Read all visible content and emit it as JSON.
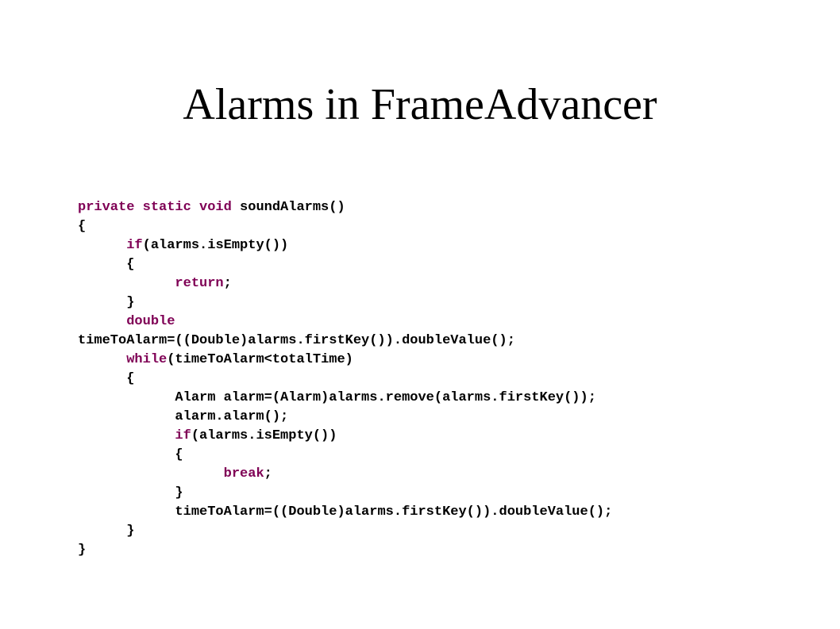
{
  "slide": {
    "title": "Alarms in FrameAdvancer"
  },
  "code": {
    "keyword_color": "#7f0055",
    "text_color": "#000000",
    "lines": [
      [
        {
          "t": "private static void",
          "kw": true
        },
        {
          "t": " soundAlarms()",
          "kw": false
        }
      ],
      [
        {
          "t": "{",
          "kw": false
        }
      ],
      [
        {
          "t": "      ",
          "kw": false
        },
        {
          "t": "if",
          "kw": true
        },
        {
          "t": "(alarms.isEmpty())",
          "kw": false
        }
      ],
      [
        {
          "t": "      {",
          "kw": false
        }
      ],
      [
        {
          "t": "            ",
          "kw": false
        },
        {
          "t": "return",
          "kw": true
        },
        {
          "t": ";",
          "kw": false
        }
      ],
      [
        {
          "t": "      }",
          "kw": false
        }
      ],
      [
        {
          "t": "      ",
          "kw": false
        },
        {
          "t": "double",
          "kw": true
        }
      ],
      [
        {
          "t": "timeToAlarm=((Double)alarms.firstKey()).doubleValue();",
          "kw": false
        }
      ],
      [
        {
          "t": "      ",
          "kw": false
        },
        {
          "t": "while",
          "kw": true
        },
        {
          "t": "(timeToAlarm<totalTime)",
          "kw": false
        }
      ],
      [
        {
          "t": "      {",
          "kw": false
        }
      ],
      [
        {
          "t": "            Alarm alarm=(Alarm)alarms.remove(alarms.firstKey());",
          "kw": false
        }
      ],
      [
        {
          "t": "            alarm.alarm();",
          "kw": false
        }
      ],
      [
        {
          "t": "            ",
          "kw": false
        },
        {
          "t": "if",
          "kw": true
        },
        {
          "t": "(alarms.isEmpty())",
          "kw": false
        }
      ],
      [
        {
          "t": "            {",
          "kw": false
        }
      ],
      [
        {
          "t": "                  ",
          "kw": false
        },
        {
          "t": "break",
          "kw": true
        },
        {
          "t": ";",
          "kw": false
        }
      ],
      [
        {
          "t": "            }",
          "kw": false
        }
      ],
      [
        {
          "t": "            timeToAlarm=((Double)alarms.firstKey()).doubleValue();",
          "kw": false
        }
      ],
      [
        {
          "t": "      }",
          "kw": false
        }
      ],
      [
        {
          "t": "}",
          "kw": false
        }
      ]
    ]
  }
}
